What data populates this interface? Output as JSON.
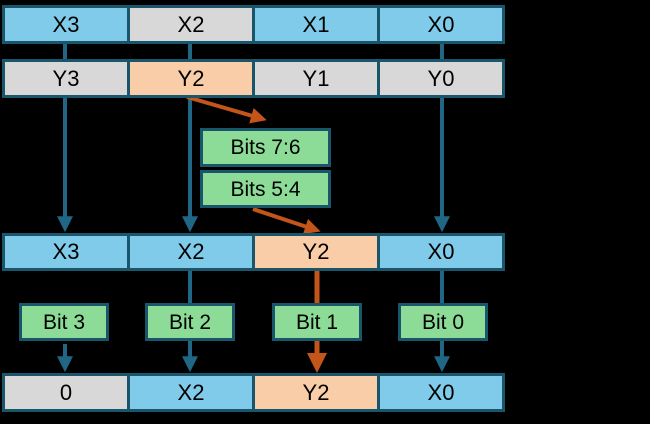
{
  "colors": {
    "background": "#000000",
    "blue": "#7FCBE9",
    "gray": "#D8D8D8",
    "orange": "#F8CDA8",
    "green": "#8CDC97",
    "border": "#1A566B",
    "arrow_teal": "#1F6785",
    "arrow_orange": "#C3551A",
    "text": "#000000"
  },
  "diagram": {
    "row1": {
      "cells": [
        {
          "label": "X3",
          "fill": "blue"
        },
        {
          "label": "X2",
          "fill": "gray"
        },
        {
          "label": "X1",
          "fill": "blue"
        },
        {
          "label": "X0",
          "fill": "blue"
        }
      ]
    },
    "row2": {
      "cells": [
        {
          "label": "Y3",
          "fill": "gray"
        },
        {
          "label": "Y2",
          "fill": "orange"
        },
        {
          "label": "Y1",
          "fill": "gray"
        },
        {
          "label": "Y0",
          "fill": "gray"
        }
      ]
    },
    "selectors": [
      {
        "label": "Bits 7:6",
        "fill": "green"
      },
      {
        "label": "Bits 5:4",
        "fill": "green"
      }
    ],
    "row3": {
      "cells": [
        {
          "label": "X3",
          "fill": "blue"
        },
        {
          "label": "X2",
          "fill": "blue"
        },
        {
          "label": "Y2",
          "fill": "orange"
        },
        {
          "label": "X0",
          "fill": "blue"
        }
      ]
    },
    "bits": [
      {
        "label": "Bit 3",
        "fill": "green"
      },
      {
        "label": "Bit 2",
        "fill": "green"
      },
      {
        "label": "Bit 1",
        "fill": "green"
      },
      {
        "label": "Bit 0",
        "fill": "green"
      }
    ],
    "row4": {
      "cells": [
        {
          "label": "0",
          "fill": "gray"
        },
        {
          "label": "X2",
          "fill": "blue"
        },
        {
          "label": "Y2",
          "fill": "orange"
        },
        {
          "label": "X0",
          "fill": "blue"
        }
      ]
    }
  }
}
